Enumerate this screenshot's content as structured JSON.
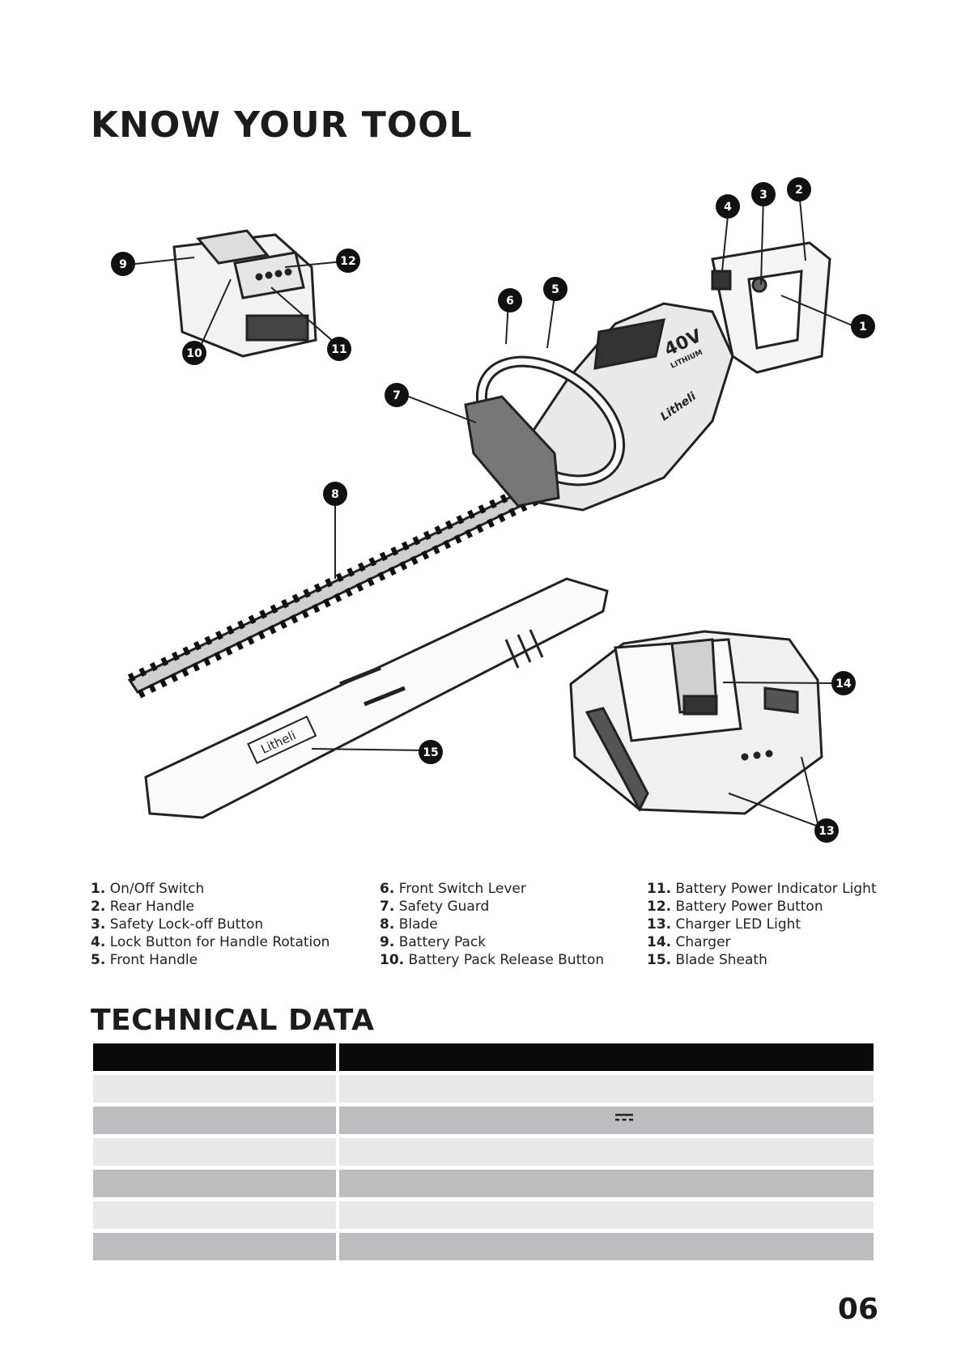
{
  "header": {
    "title": "KNOW YOUR TOOL"
  },
  "illustration": {
    "callouts": [
      "1",
      "2",
      "3",
      "4",
      "5",
      "6",
      "7",
      "8",
      "9",
      "10",
      "11",
      "12",
      "13",
      "14",
      "15"
    ],
    "battery_lights_label": "40V",
    "battery_sub_label": "LITHIUM",
    "brand_mark": "Litheli"
  },
  "parts": {
    "col1": [
      {
        "num": "1.",
        "label": "On/Off Switch"
      },
      {
        "num": "2.",
        "label": "Rear Handle"
      },
      {
        "num": "3.",
        "label": "Safety Lock-off Button"
      },
      {
        "num": "4.",
        "label": "Lock Button for Handle Rotation"
      },
      {
        "num": "5.",
        "label": "Front Handle"
      }
    ],
    "col2": [
      {
        "num": "6.",
        "label": "Front Switch Lever"
      },
      {
        "num": "7.",
        "label": "Safety Guard"
      },
      {
        "num": "8.",
        "label": "Blade"
      },
      {
        "num": "9.",
        "label": "Battery Pack"
      },
      {
        "num": "10.",
        "label": "Battery Pack Release Button"
      }
    ],
    "col3": [
      {
        "num": "11.",
        "label": "Battery Power Indicator Light"
      },
      {
        "num": "12.",
        "label": "Battery Power Button"
      },
      {
        "num": "13.",
        "label": "Charger LED Light"
      },
      {
        "num": "14.",
        "label": "Charger"
      },
      {
        "num": "15.",
        "label": "Blade Sheath"
      }
    ]
  },
  "technical": {
    "title": "TECHNICAL DATA",
    "row_count": 6,
    "dc_symbol_row": 2,
    "colors": {
      "header": "#0a0a0a",
      "light": "#e8e8e8",
      "dark": "#bdbdbf"
    }
  },
  "footer": {
    "page_number": "06"
  }
}
